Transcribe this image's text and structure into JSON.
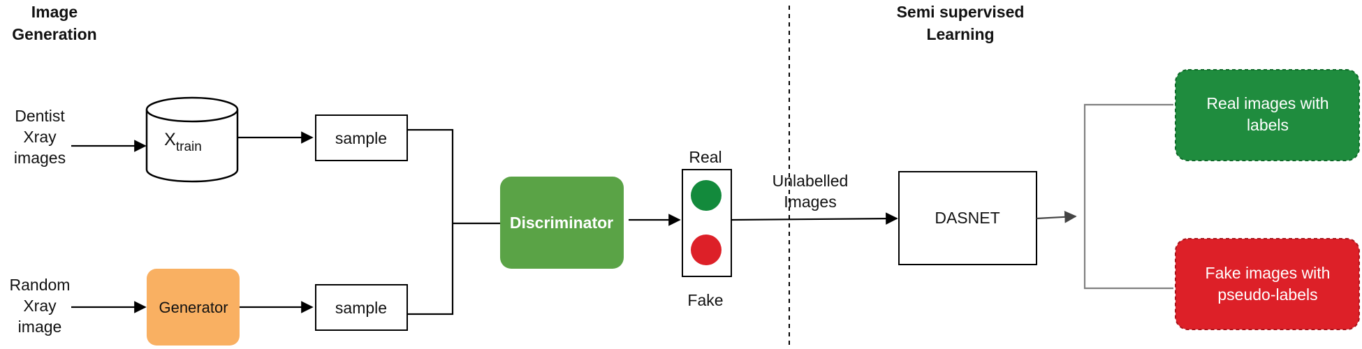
{
  "sections": {
    "image_generation_line1": "Image",
    "image_generation_line2": "Generation",
    "semi_supervised_line1": "Semi supervised",
    "semi_supervised_line2": "Learning"
  },
  "inputs": {
    "dentist_line1": "Dentist",
    "dentist_line2": "Xray",
    "dentist_line3": "images",
    "random_line1": "Random",
    "random_line2": "Xray",
    "random_line3": "image"
  },
  "nodes": {
    "x_train_main": "X",
    "x_train_sub": "train",
    "generator": "Generator",
    "sample_top": "sample",
    "sample_bottom": "sample",
    "discriminator": "Discriminator",
    "real": "Real",
    "fake": "Fake",
    "unlabelled_line1": "Unlabelled",
    "unlabelled_line2": "Images",
    "dasnet": "DASNET",
    "real_out_line1": "Real images with",
    "real_out_line2": "labels",
    "fake_out_line1": "Fake images with",
    "fake_out_line2": "pseudo-labels"
  },
  "colors": {
    "discriminator_fill": "#5aa346",
    "generator_fill": "#f9b062",
    "real_light": "#138a3c",
    "fake_light": "#dd2028",
    "real_out_fill": "#1f8c3e",
    "fake_out_fill": "#dd2028"
  }
}
